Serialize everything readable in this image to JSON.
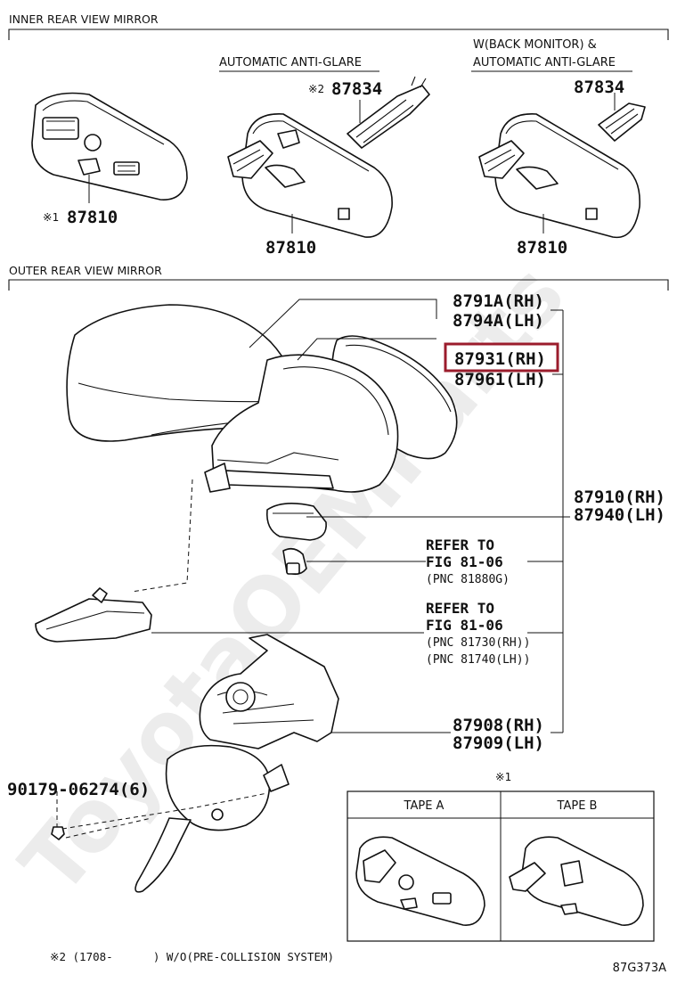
{
  "sections": {
    "inner": "INNER REAR VIEW MIRROR",
    "outer": "OUTER REAR VIEW MIRROR"
  },
  "subheads": {
    "auto_antiglare": "AUTOMATIC ANTI-GLARE",
    "back_monitor_line1": "W(BACK MONITOR) &",
    "back_monitor_line2": "AUTOMATIC ANTI-GLARE"
  },
  "inner_parts": {
    "mirror1_num": "87810",
    "mirror1_mark": "※1",
    "mirror2_num": "87810",
    "cover2_num": "87834",
    "cover2_mark": "※2",
    "mirror3_num": "87810",
    "cover3_num": "87834"
  },
  "outer_parts": {
    "cover_rh": "8791A(RH)",
    "cover_lh": "8794A(LH)",
    "mirror_rh": "87931(RH)",
    "mirror_lh": "87961(LH)",
    "assy_rh": "87910(RH)",
    "assy_lh": "87940(LH)",
    "refer1_line1": "REFER TO",
    "refer1_line2": "FIG 81-06",
    "refer1_pnc": "(PNC 81880G)",
    "refer2_line1": "REFER TO",
    "refer2_line2": "FIG 81-06",
    "refer2_pnc1": "(PNC 81730(RH))",
    "refer2_pnc2": "(PNC 81740(LH))",
    "base_rh": "87908(RH)",
    "base_lh": "87909(LH)",
    "screw": "90179-06274(6)"
  },
  "inset": {
    "mark": "※1",
    "tape_a": "TAPE A",
    "tape_b": "TAPE B"
  },
  "footnote": "※2 (1708-      ) W/O(PRE-COLLISION SYSTEM)",
  "figure_code": "87G373A",
  "watermark": "ToyotaOEMParts",
  "colors": {
    "highlight": "#9b1c2c",
    "ink": "#111111"
  }
}
